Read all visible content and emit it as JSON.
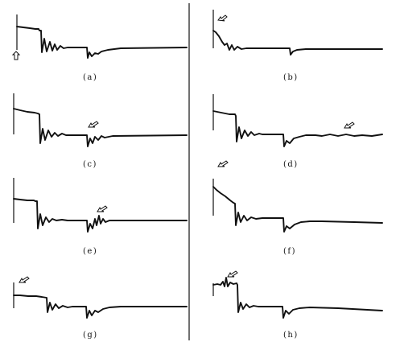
{
  "figure": {
    "panels": [
      {
        "id": "a",
        "label": "(a)"
      },
      {
        "id": "b",
        "label": "(b)"
      },
      {
        "id": "c",
        "label": "(c)"
      },
      {
        "id": "d",
        "label": "(d)"
      },
      {
        "id": "e",
        "label": "(e)"
      },
      {
        "id": "f",
        "label": "(f)"
      },
      {
        "id": "g",
        "label": "(g)"
      },
      {
        "id": "h",
        "label": "(h)"
      }
    ]
  }
}
